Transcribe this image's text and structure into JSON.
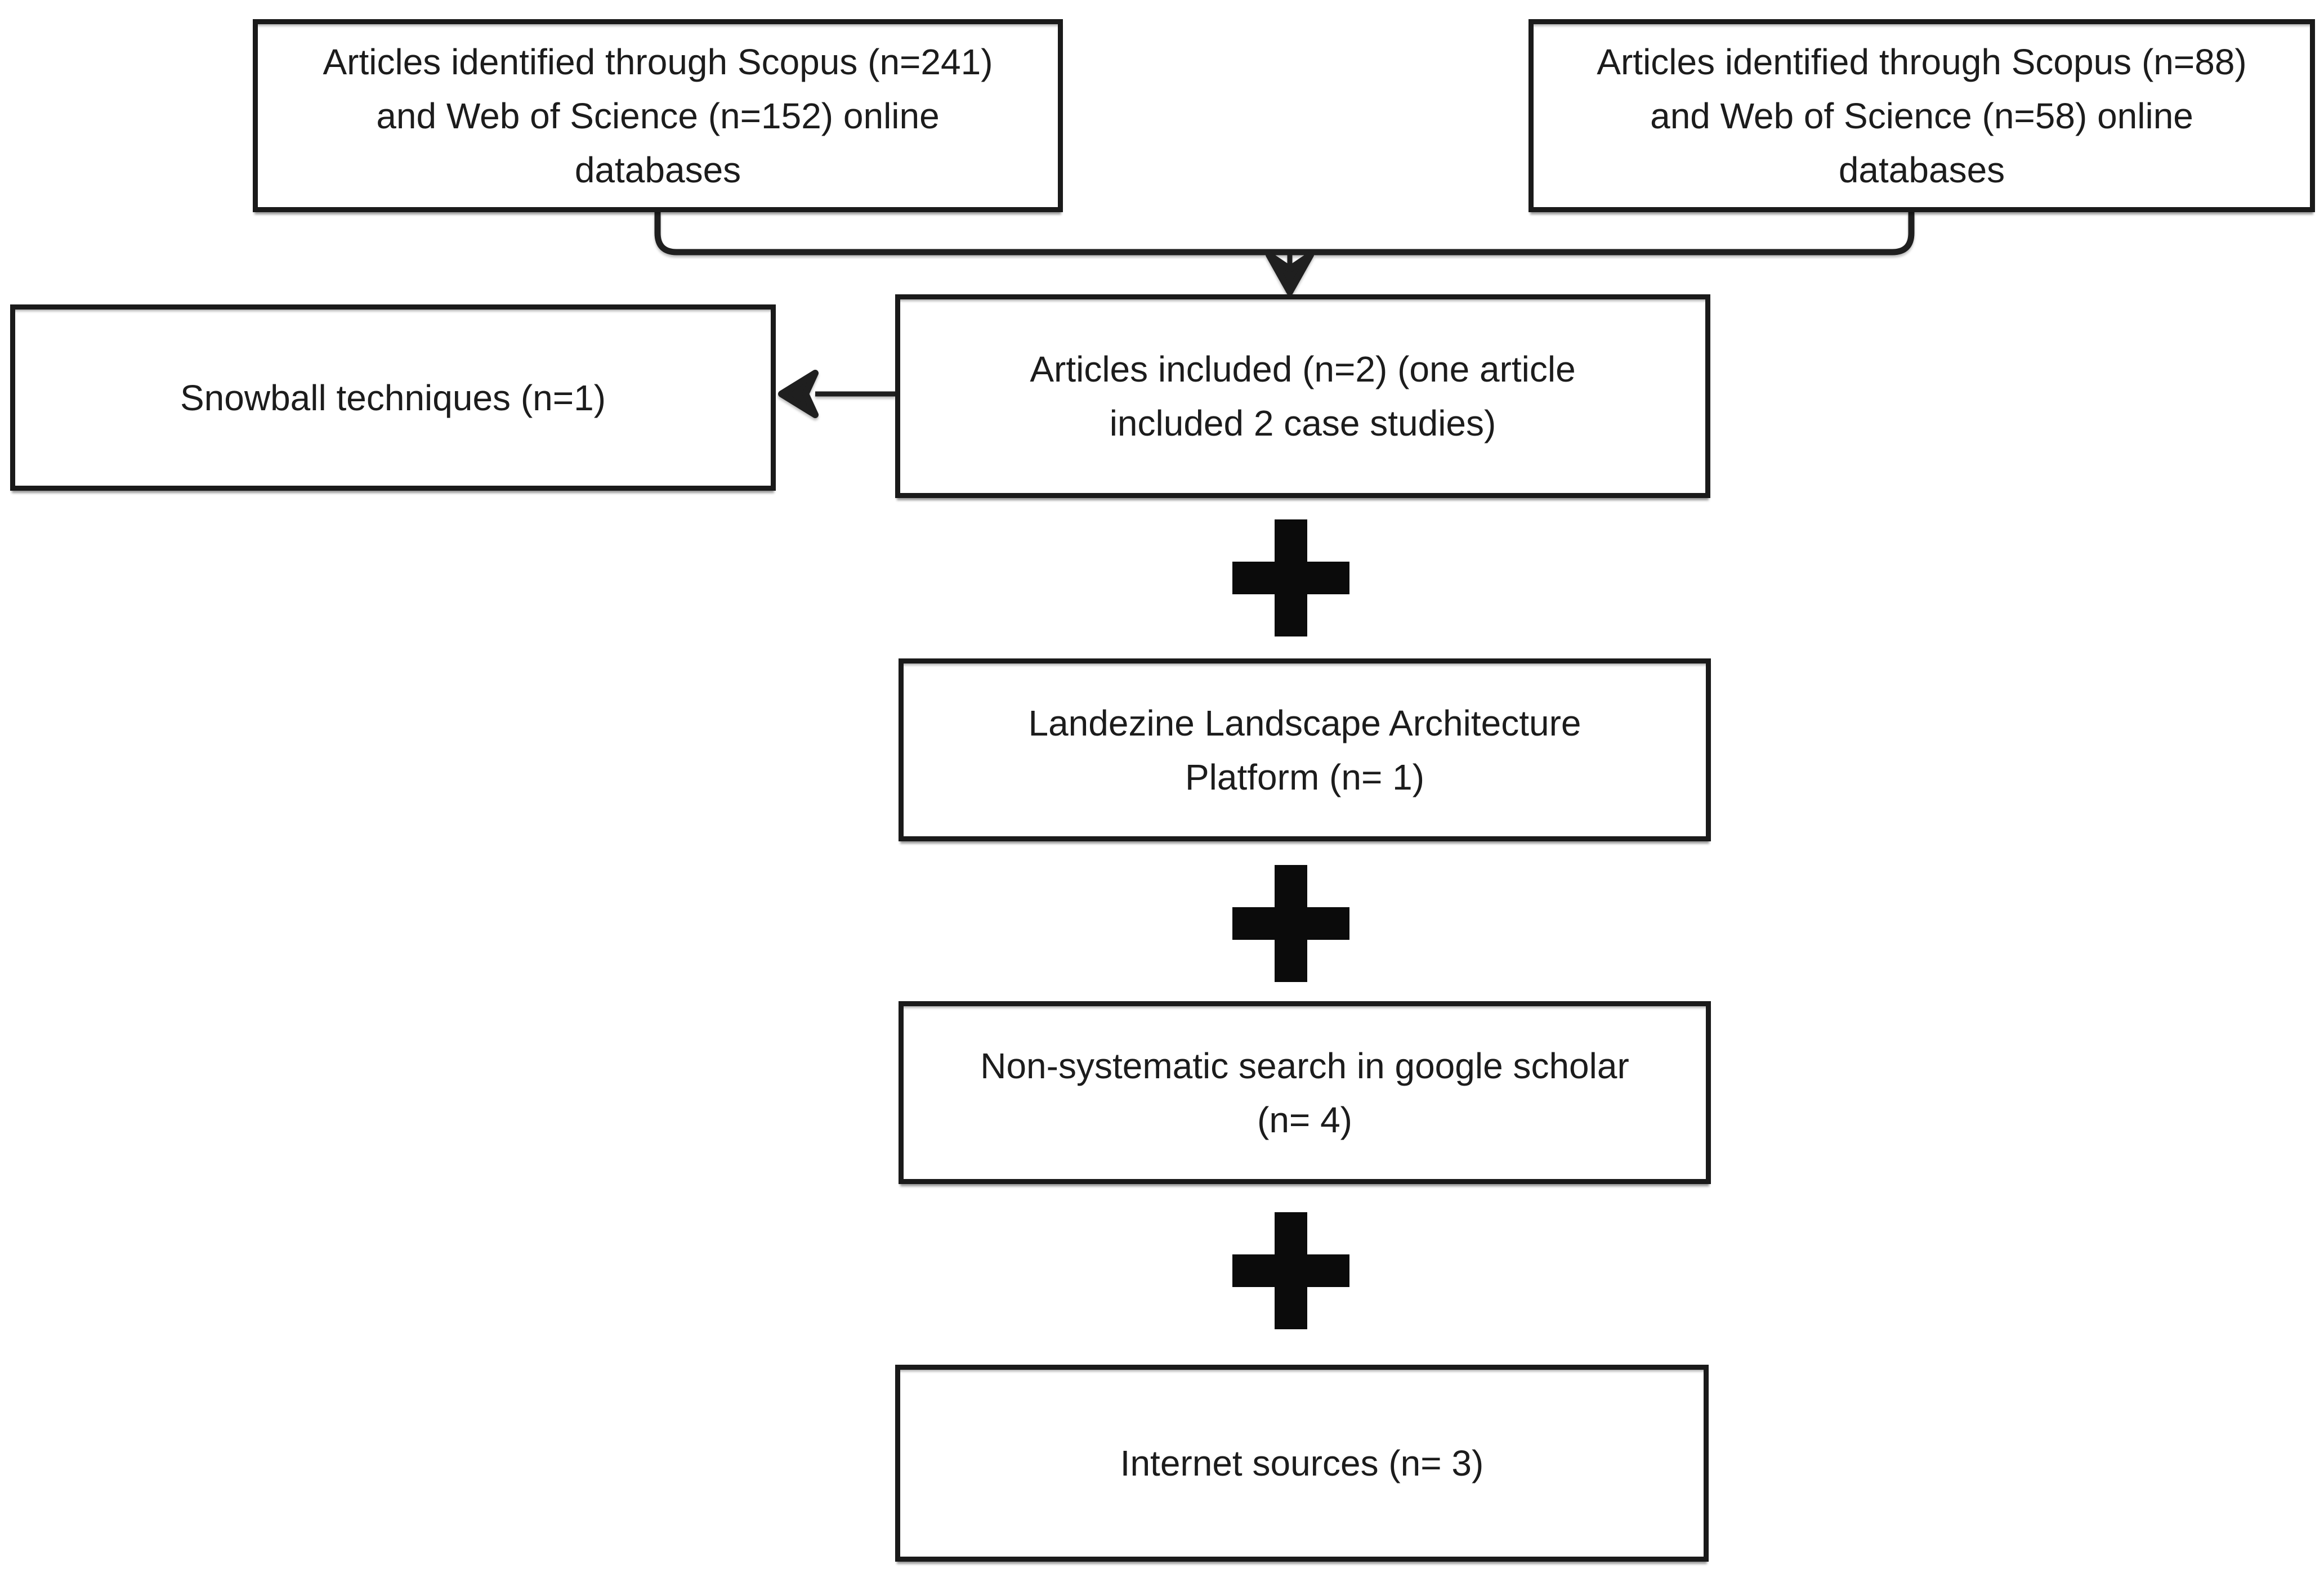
{
  "diagram": {
    "type": "flowchart",
    "colors": {
      "background": "#ffffff",
      "box_border": "#1a1a1a",
      "text": "#1c1c1c",
      "connector": "#1f1f1f",
      "plus_icon": "#0b0b0b"
    },
    "boxes": [
      {
        "id": "source-databases-left",
        "text": "Articles identified through Scopus (n=241)\nand Web of Science (n=152) online\ndatabases"
      },
      {
        "id": "source-databases-right",
        "text": "Articles identified through Scopus (n=88)\nand Web of Science (n=58) online\ndatabases"
      },
      {
        "id": "articles-included",
        "text": "Articles included (n=2) (one article\nincluded 2 case studies)"
      },
      {
        "id": "snowball-techniques",
        "text": "Snowball techniques (n=1)"
      },
      {
        "id": "landezine-platform",
        "text": "Landezine Landscape Architecture\nPlatform (n= 1)"
      },
      {
        "id": "google-scholar-search",
        "text": "Non-systematic search in google scholar\n(n= 4)"
      },
      {
        "id": "internet-sources",
        "text": "Internet sources (n= 3)"
      }
    ],
    "icons": [
      {
        "name": "arrow-down-icon",
        "glyph": "▼"
      },
      {
        "name": "arrow-left-icon",
        "glyph": "◄"
      },
      {
        "name": "plus-icon",
        "glyph": "+",
        "count": 3
      }
    ]
  }
}
